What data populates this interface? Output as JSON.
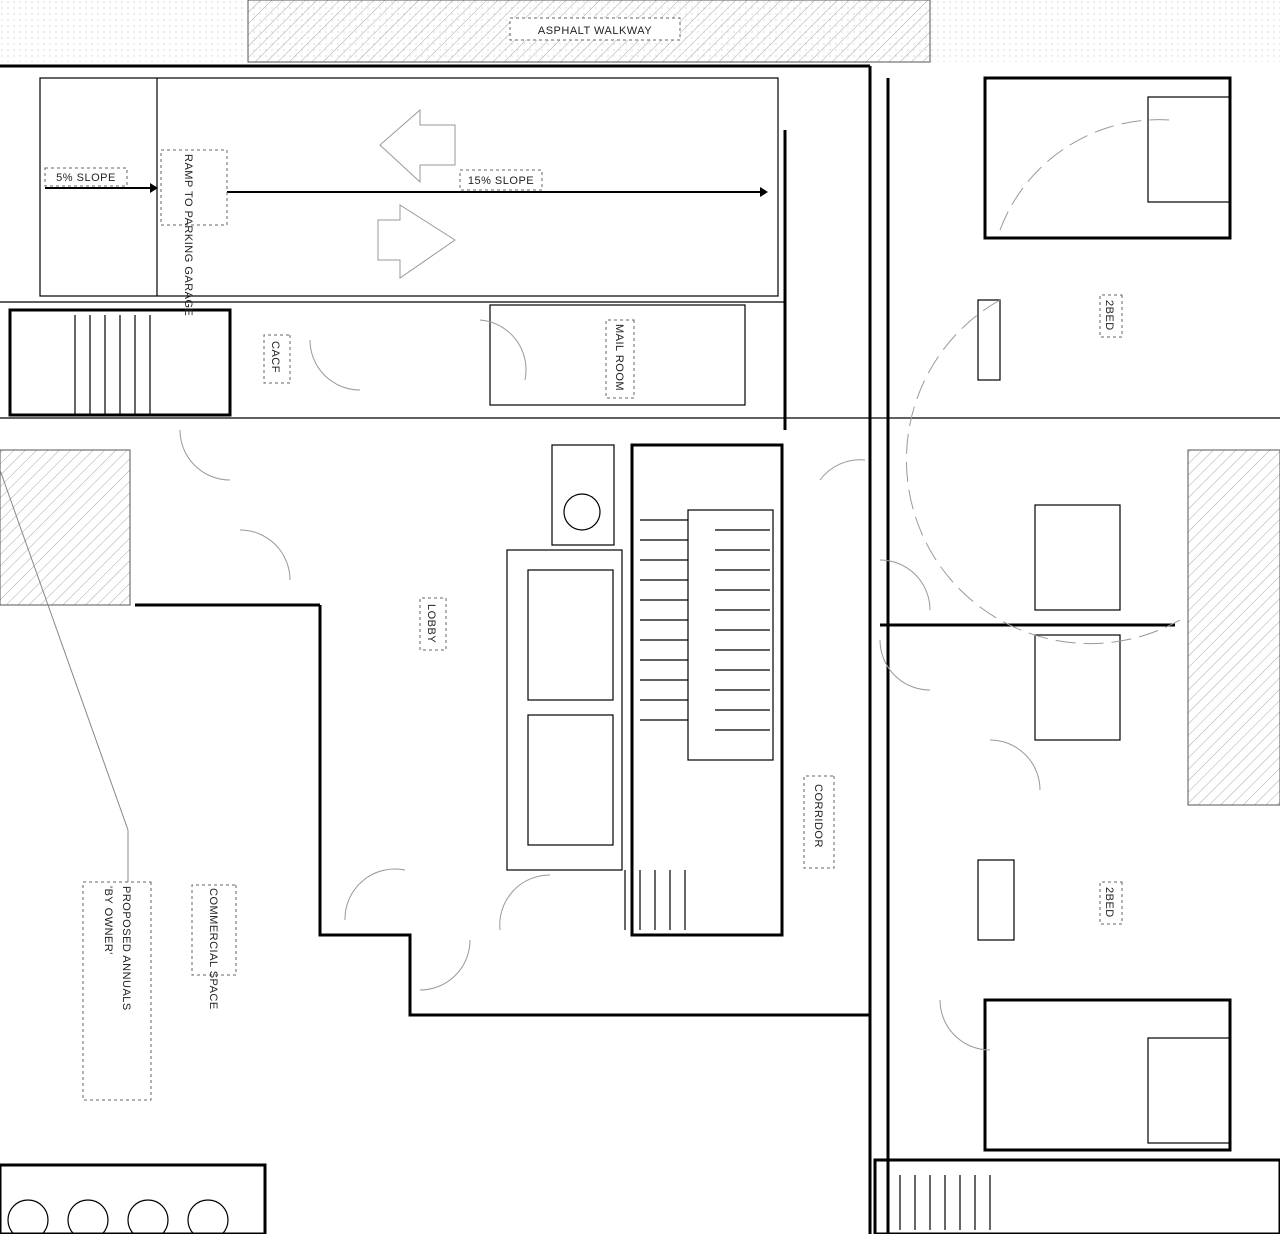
{
  "labels": {
    "walkway": "ASPHALT WALKWAY",
    "slope_5": "5% SLOPE",
    "ramp": "RAMP TO PARKING GARAGE",
    "slope_15": "15% SLOPE",
    "cacf": "CACF",
    "mailroom": "MAIL ROOM",
    "lobby": "LOBBY",
    "corridor": "CORRIDOR",
    "bed_upper": "2BED",
    "bed_lower": "2BED",
    "commercial": "COMMERCIAL SPACE",
    "annuals_1": "PROPOSED ANNUALS",
    "annuals_2": "'BY OWNER'"
  },
  "colors": {
    "line": "#000000",
    "hatch": "#999999"
  }
}
